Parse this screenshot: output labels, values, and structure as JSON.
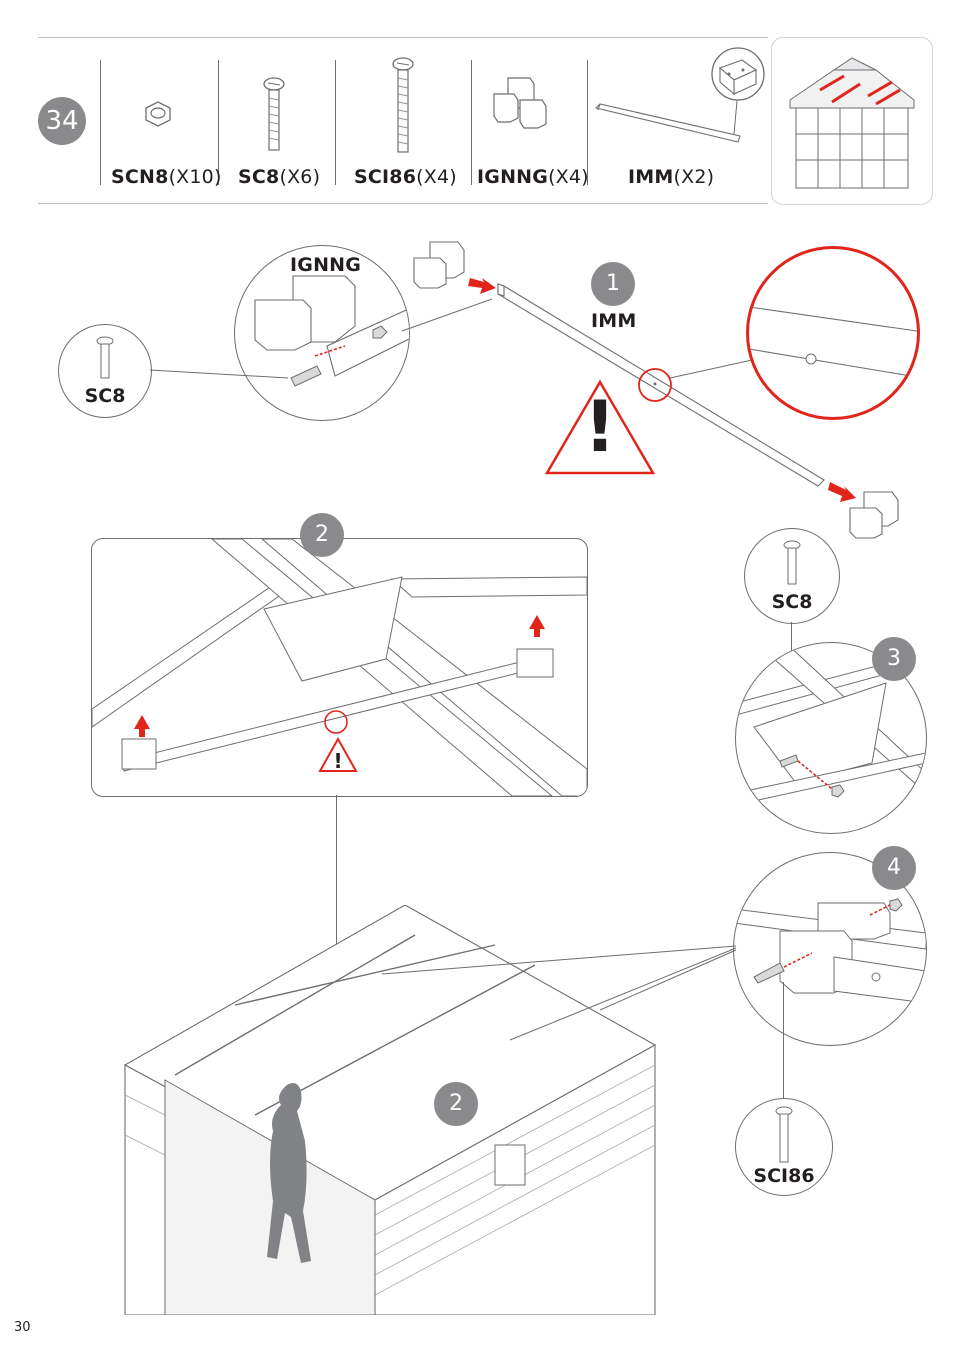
{
  "step": {
    "number": "34"
  },
  "parts": [
    {
      "code": "SCN8",
      "qty": "(X10)"
    },
    {
      "code": "SC8",
      "qty": "(X6)"
    },
    {
      "code": "SCI86",
      "qty": "(X4)"
    },
    {
      "code": "IGNNG",
      "qty": "(X4)"
    },
    {
      "code": "IMM",
      "qty": "(X2)"
    }
  ],
  "callouts": {
    "ignng": "IGNNG",
    "sc8_a": "SC8",
    "imm": "IMM",
    "sc8_b": "SC8",
    "sci86": "SCI86"
  },
  "substeps": {
    "s1": "1",
    "s2a": "2",
    "s3": "3",
    "s4": "4",
    "s2b": "2"
  },
  "warning": {
    "symbol": "!"
  },
  "page": {
    "number": "30"
  },
  "colors": {
    "accent_red": "#e1251b",
    "badge_gray": "#8a8a8c",
    "line_gray": "#6d6e71"
  }
}
